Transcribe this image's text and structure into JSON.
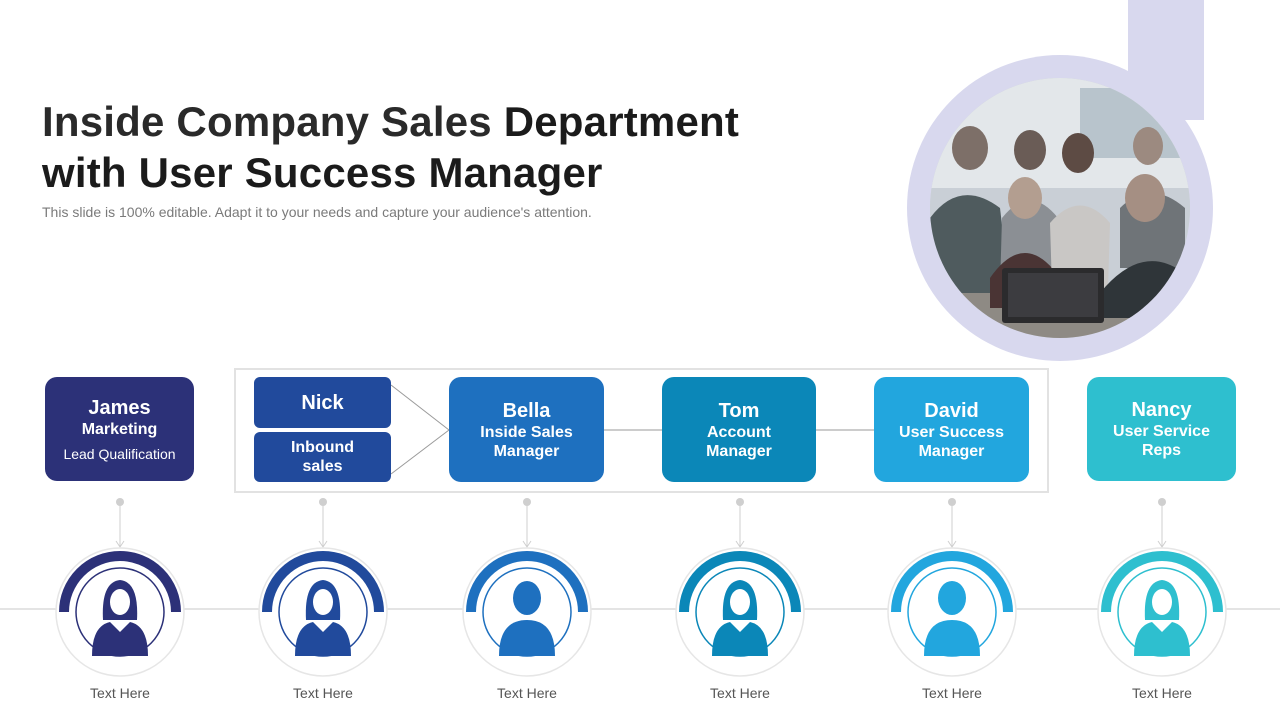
{
  "title": {
    "part1": "Inside Company Sales ",
    "part2": "Department with User Success Manager"
  },
  "subtitle": "This slide is 100% editable. Adapt it to your needs and capture your audience's attention.",
  "colors": {
    "james": "#2c3178",
    "nick": "#214a9c",
    "bella": "#1e70bf",
    "tom": "#0b87b8",
    "david": "#22a6de",
    "nancy": "#2ebfcf",
    "accent": "#d8d8ee"
  },
  "nodes": {
    "james": {
      "name": "James",
      "role": "Marketing",
      "sub": "Lead Qualification"
    },
    "nick": {
      "name": "Nick",
      "role": "Inbound sales"
    },
    "bella": {
      "name": "Bella",
      "role": "Inside Sales Manager"
    },
    "tom": {
      "name": "Tom",
      "role": "Account Manager"
    },
    "david": {
      "name": "David",
      "role": "User Success Manager"
    },
    "nancy": {
      "name": "Nancy",
      "role": "User Service Reps"
    }
  },
  "avatars": [
    {
      "icon": "female-user-icon",
      "caption": "Text Here"
    },
    {
      "icon": "female-user-icon",
      "caption": "Text Here"
    },
    {
      "icon": "user-icon",
      "caption": "Text Here"
    },
    {
      "icon": "female-user-icon",
      "caption": "Text Here"
    },
    {
      "icon": "user-icon",
      "caption": "Text Here"
    },
    {
      "icon": "female-user-icon",
      "caption": "Text Here"
    }
  ]
}
